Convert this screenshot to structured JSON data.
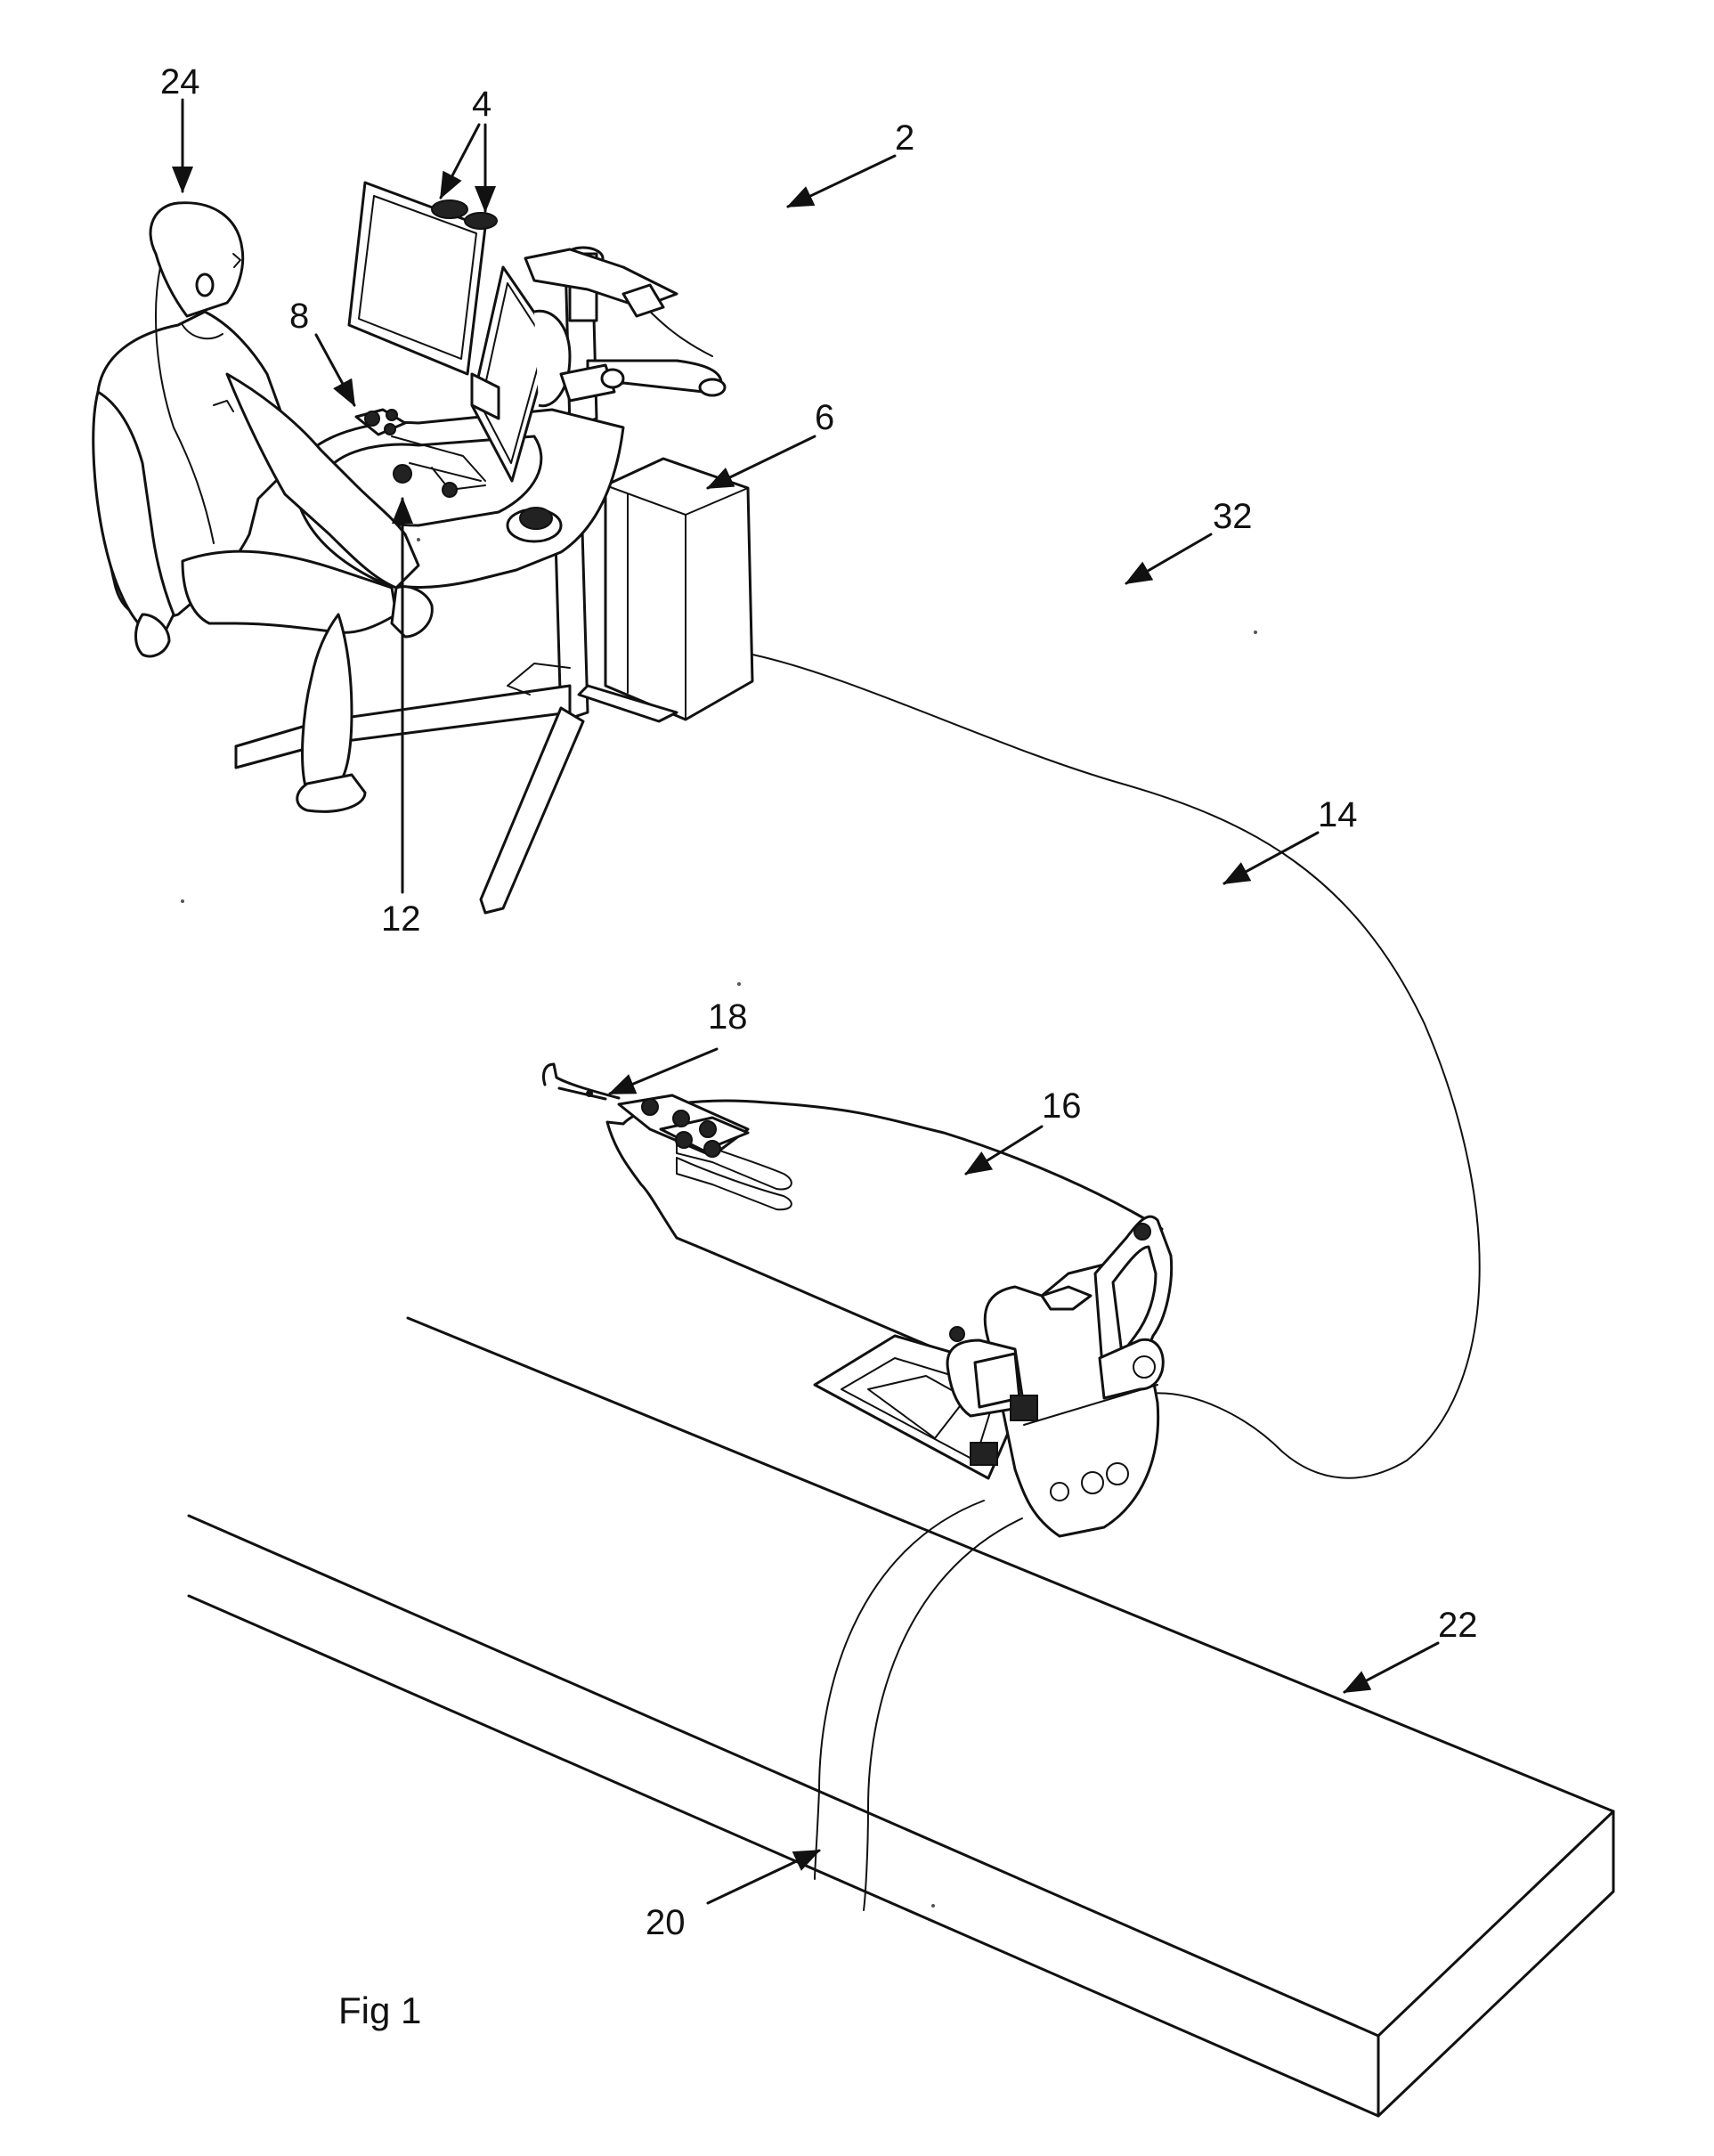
{
  "figure": {
    "caption": "Fig 1",
    "labels": {
      "system": "2",
      "displays": "4",
      "control_unit": "6",
      "input_device": "8",
      "handle": "12",
      "cable": "14",
      "robot": "16",
      "instrument": "18",
      "patient": "20",
      "table": "22",
      "operator": "24",
      "master_console": "32"
    }
  }
}
